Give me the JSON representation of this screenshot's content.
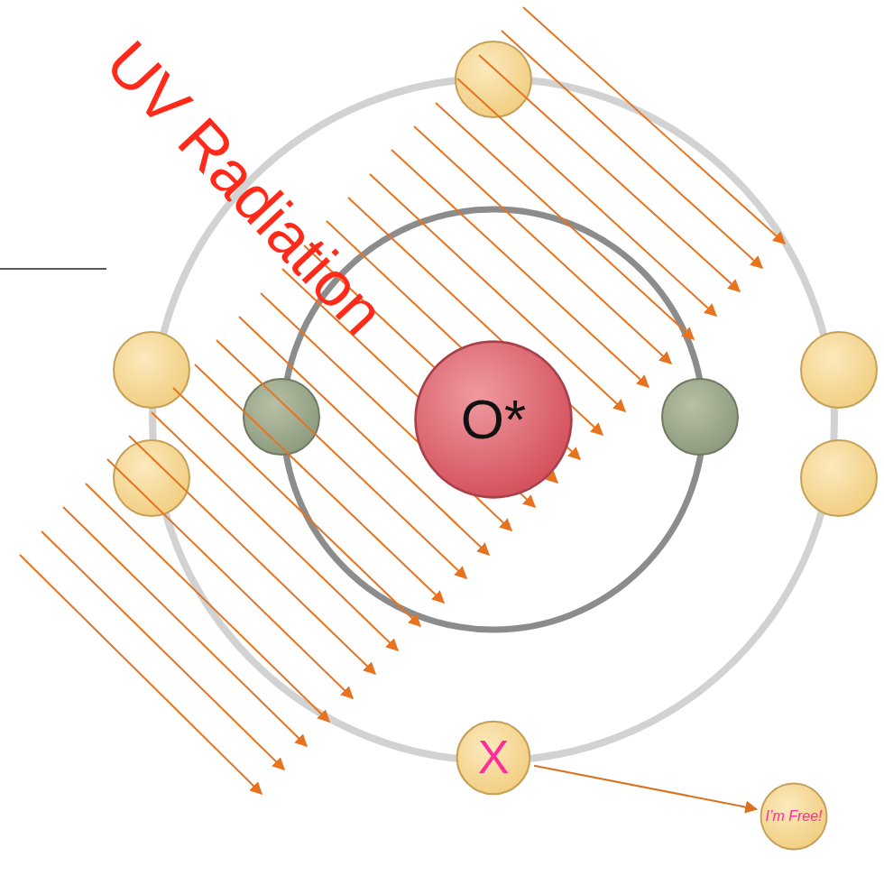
{
  "diagram": {
    "nodes": [
      {
        "text": [
          "O*"
        ]
      },
      {
        "text": [
          "X"
        ]
      },
      {
        "text": [
          "I’m Free!"
        ]
      }
    ],
    "edges": [
      {
        "from": 1,
        "to": 2,
        "arrow": "to"
      }
    ],
    "labels": [
      "UV Radiation"
    ]
  }
}
